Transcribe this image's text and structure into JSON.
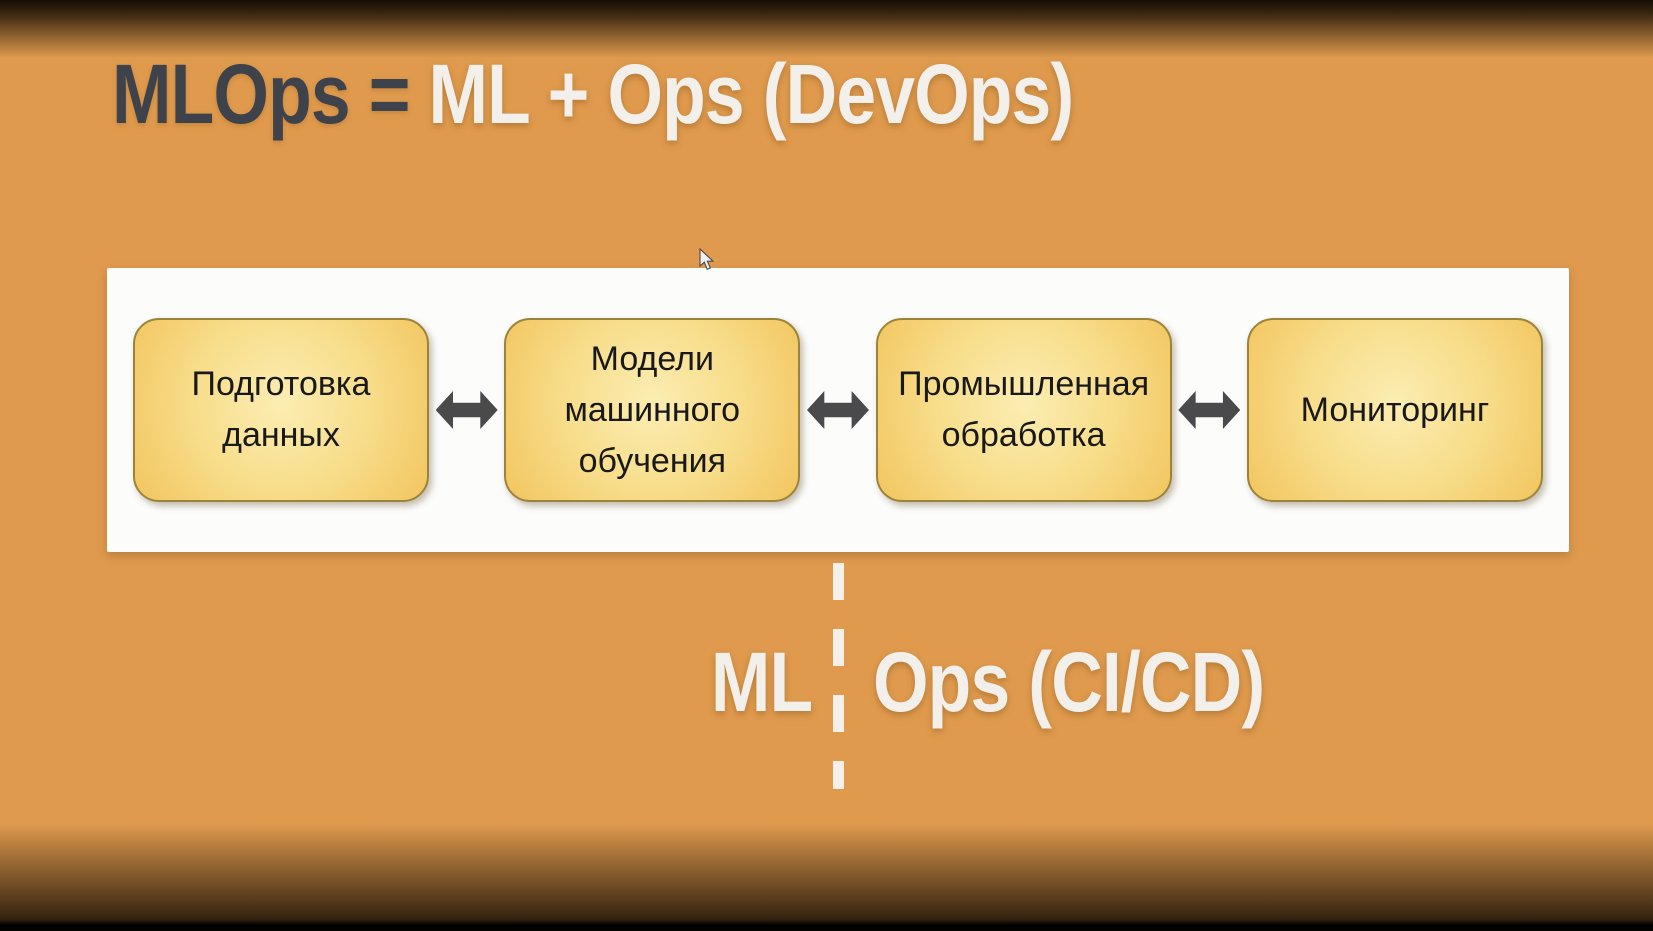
{
  "slide": {
    "title": {
      "prefix": "MLOps = ",
      "suffix": "ML + Ops (DevOps)"
    },
    "pipeline": {
      "boxes": [
        {
          "label": "Подготовка данных"
        },
        {
          "label": "Модели машинного обучения"
        },
        {
          "label": "Промышленная обработка"
        },
        {
          "label": "Мониторинг"
        }
      ],
      "connector": "double-headed-arrow"
    },
    "split_label": {
      "left": "ML",
      "right": "Ops (CI/CD)"
    },
    "colors": {
      "background_orange": "#DF9A4D",
      "panel_white": "#FCFCFB",
      "box_fill_center": "#FBEDB3",
      "box_fill_edge": "#F2C55F",
      "box_border": "#9B8339",
      "arrow_gray": "#4A4A4D",
      "title_dark": "#3E424B",
      "title_light": "#F3F0EB"
    }
  }
}
